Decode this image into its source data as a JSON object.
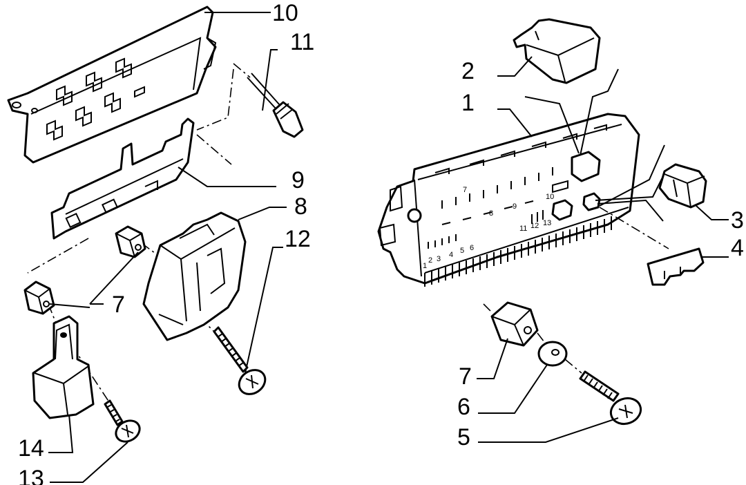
{
  "callouts": {
    "c10": "10",
    "c11": "11",
    "c9": "9",
    "c8": "8",
    "c12": "12",
    "c7_left": "7",
    "c14": "14",
    "c13": "13",
    "c2": "2",
    "c1": "1",
    "c3": "3",
    "c4": "4",
    "c7_right": "7",
    "c6": "6",
    "c5": "5"
  },
  "board_markings": [
    "1",
    "2",
    "3",
    "4",
    "5",
    "6",
    "7",
    "8",
    "9",
    "10",
    "11",
    "12",
    "13"
  ]
}
